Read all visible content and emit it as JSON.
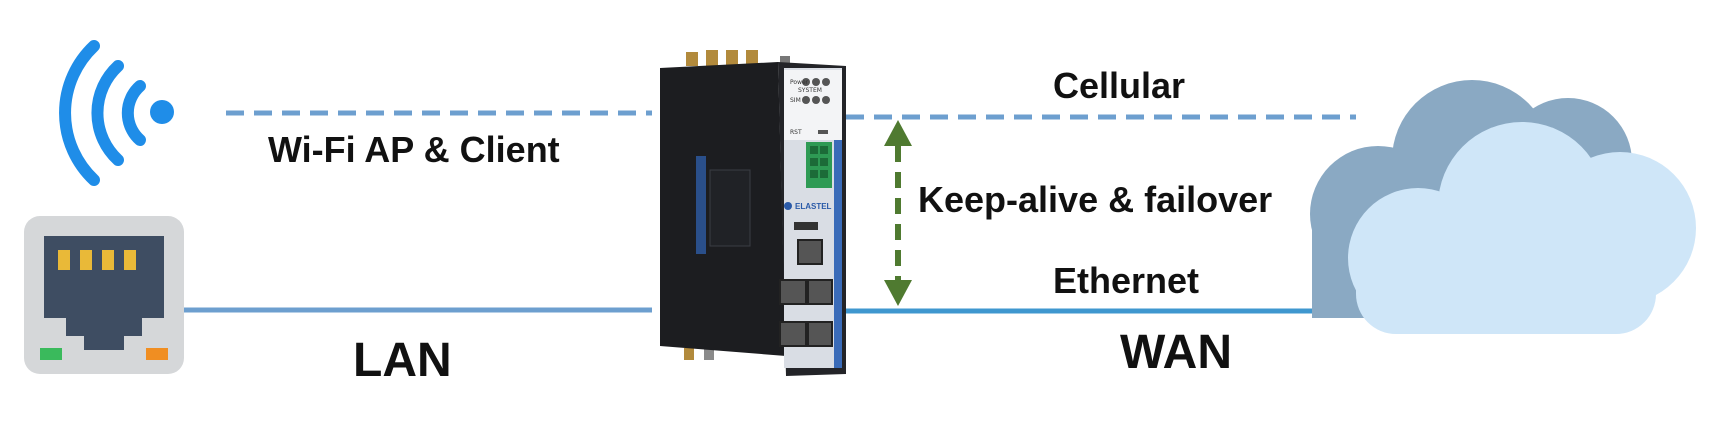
{
  "labels": {
    "wifi": "Wi-Fi AP & Client",
    "lan": "LAN",
    "cellular": "Cellular",
    "keepalive": "Keep-alive & failover",
    "ethernet": "Ethernet",
    "wan": "WAN"
  },
  "router": {
    "brand": "ELASTEL",
    "led_labels": [
      "Power",
      "SYSTEM",
      "SIM",
      "RST"
    ]
  },
  "icons": {
    "wifi": "wifi-icon",
    "ethernet_port": "ethernet-port-icon",
    "router": "router-device",
    "cloud": "cloud-icon"
  },
  "colors": {
    "wifi_blue": "#1f8de8",
    "cellular_line": "#6d9fcf",
    "lan_line": "#6d9fcf",
    "wan_line": "#3f97cf",
    "failover_arrow": "#4f7a30",
    "cloud_back": "#8aa9c3",
    "cloud_front": "#cfe6f8",
    "port_frame": "#d5d7d9",
    "port_body": "#3e4d62",
    "port_pins": "#e9b938",
    "port_led_left": "#3aba5c",
    "port_led_right": "#f08e22"
  }
}
